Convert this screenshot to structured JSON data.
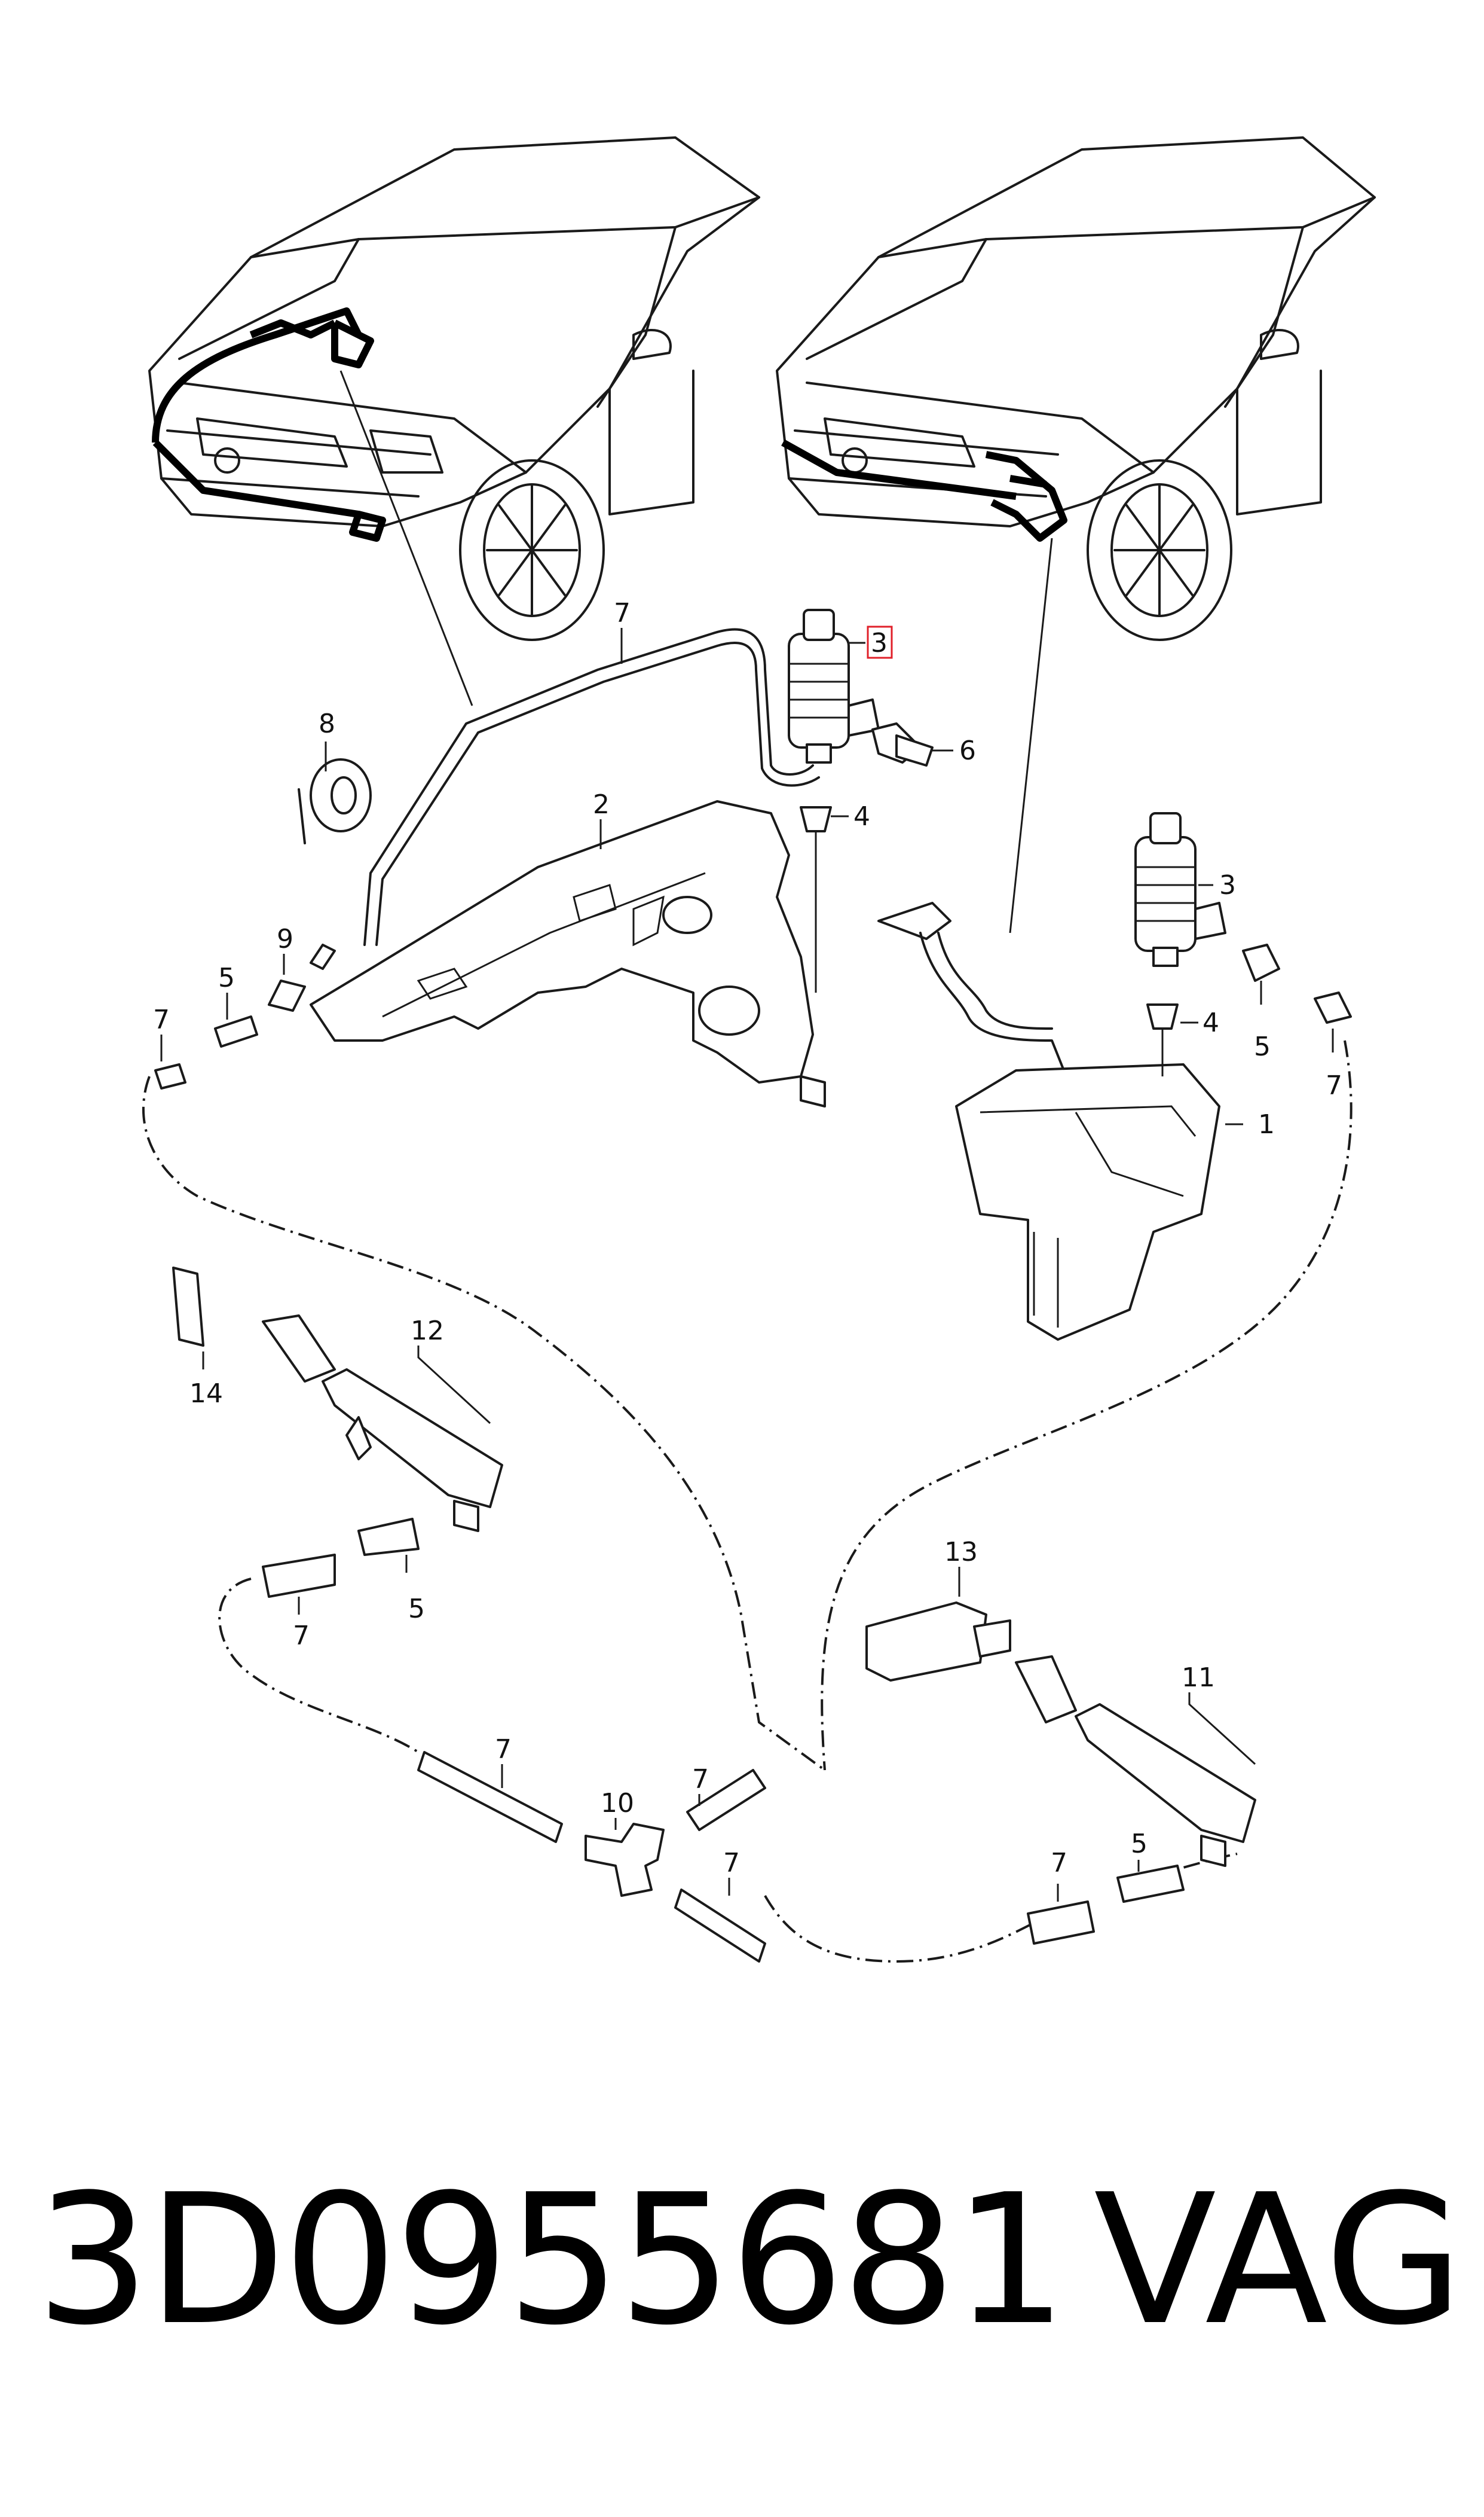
{
  "diagram": {
    "callouts": {
      "c1": "1",
      "c2": "2",
      "c3_left": "3",
      "c3_right": "3",
      "c4_left": "4",
      "c4_right": "4",
      "c5_left": "5",
      "c5_right": "5",
      "c5_mid": "5",
      "c5_bottom": "5",
      "c6": "6",
      "c7_top": "7",
      "c7_left": "7",
      "c7_right": "7",
      "c7_mid": "7",
      "c7_bl": "7",
      "c7_bc": "7",
      "c7_br1": "7",
      "c7_br2": "7",
      "c8": "8",
      "c9": "9",
      "c10": "10",
      "c11": "11",
      "c12": "12",
      "c13": "13",
      "c14": "14"
    },
    "highlighted_callout": "c3_left",
    "highlight_color": "#e0202a",
    "line_color": "#1a1a1a"
  },
  "footer": {
    "part_number": "3D0955681",
    "brand": "VAG"
  }
}
